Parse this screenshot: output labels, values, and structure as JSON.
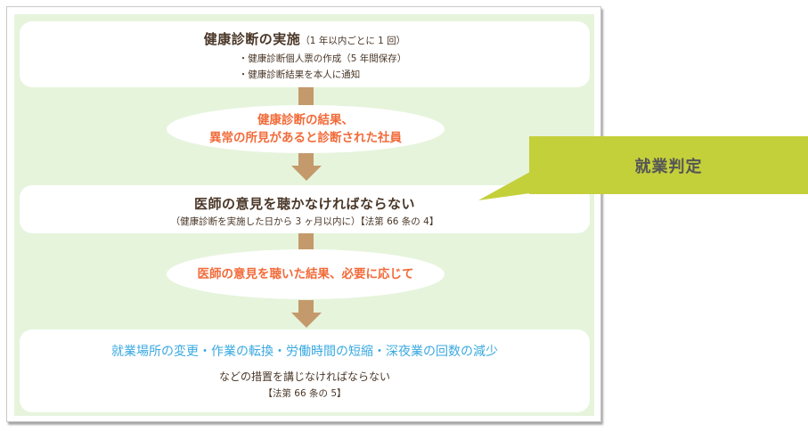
{
  "colors": {
    "panel_bg": "#e6f4dc",
    "connector": "#c49a6c",
    "text_dark": "#4a3728",
    "text_orange": "#f26b3a",
    "text_blue": "#3aa9e0",
    "callout_bg": "#c4d03a",
    "callout_text": "#555555"
  },
  "steps": [
    {
      "title": "健康診断の実施",
      "title_note": "（1 年以内ごとに 1 回）",
      "bullets": [
        "・健康診断個人票の作成（5 年間保存）",
        "・健康診断結果を本人に通知"
      ]
    },
    {
      "title": "医師の意見を聴かなければならない",
      "note": "（健康診断を実施した日から 3 ヶ月以内に）【法第 66 条の 4】"
    },
    {
      "highlight": "就業場所の変更・作業の転換・労働時間の短縮・深夜業の回数の減少",
      "text": "などの措置を講じなければならない",
      "law": "【法第 66 条の 5】"
    }
  ],
  "conditions": [
    {
      "lines": [
        "健康診断の結果、",
        "異常の所見があると診断された社員"
      ]
    },
    {
      "lines": [
        "医師の意見を聴いた結果、必要に応じて"
      ]
    }
  ],
  "callout": {
    "label": "就業判定"
  }
}
